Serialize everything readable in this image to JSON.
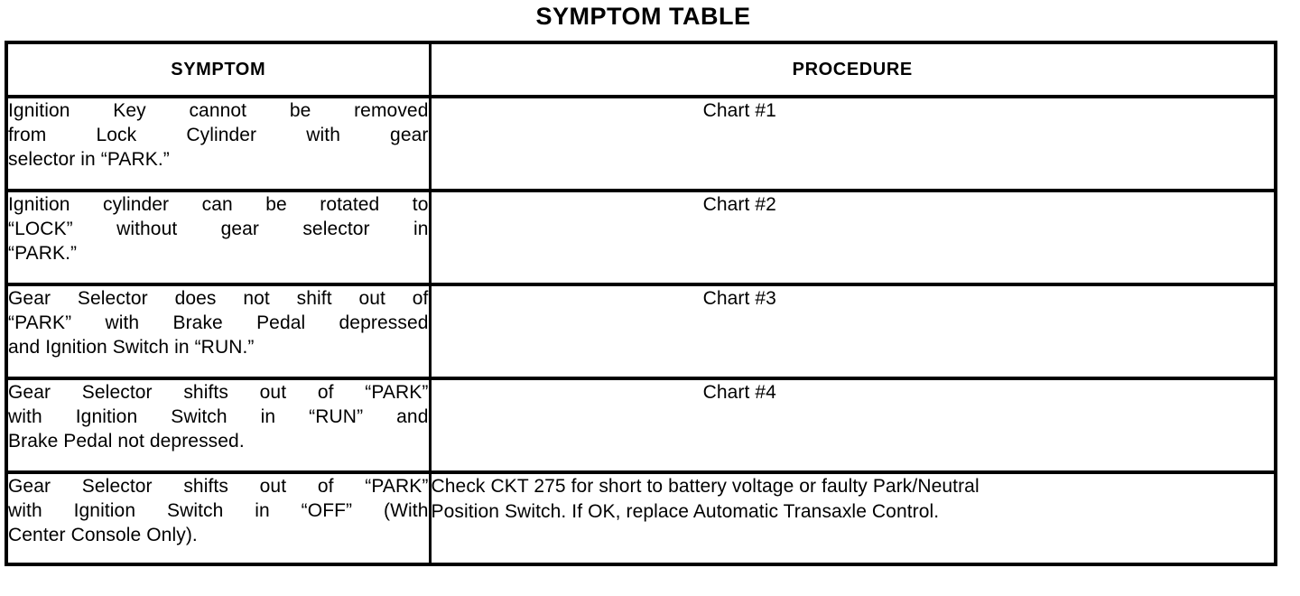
{
  "page": {
    "title": "SYMPTOM TABLE",
    "background_color": "#ffffff",
    "text_color": "#000000"
  },
  "table": {
    "headers": {
      "symptom": "SYMPTOM",
      "procedure": "PROCEDURE"
    },
    "rows": [
      {
        "symptom": "Ignition Key cannot be removed from Lock Cylinder with gear selector in “PARK.”",
        "symptom_lines": [
          "Ignition Key cannot be removed",
          "from Lock Cylinder with gear",
          "selector in “PARK.”"
        ],
        "procedure": "Chart #1",
        "procedure_lines": [
          "Chart #1"
        ],
        "procedure_align": "center"
      },
      {
        "symptom": "Ignition cylinder can be rotated to “LOCK” without gear selector in “PARK.”",
        "symptom_lines": [
          "Ignition cylinder can be rotated to",
          "“LOCK” without gear selector in",
          "“PARK.”"
        ],
        "procedure": "Chart #2",
        "procedure_lines": [
          "Chart #2"
        ],
        "procedure_align": "center"
      },
      {
        "symptom": "Gear Selector does not shift out of “PARK” with Brake Pedal depressed and Ignition Switch in “RUN.”",
        "symptom_lines": [
          "Gear Selector does not shift out of",
          "“PARK” with Brake Pedal depressed",
          "and Ignition Switch in “RUN.”"
        ],
        "procedure": "Chart #3",
        "procedure_lines": [
          "Chart #3"
        ],
        "procedure_align": "center"
      },
      {
        "symptom": "Gear Selector shifts out of “PARK” with Ignition Switch in “RUN” and Brake Pedal not depressed.",
        "symptom_lines": [
          "Gear Selector shifts out of “PARK”",
          "with Ignition Switch in “RUN” and",
          "Brake Pedal not depressed."
        ],
        "procedure": "Chart #4",
        "procedure_lines": [
          "Chart #4"
        ],
        "procedure_align": "center"
      },
      {
        "symptom": "Gear Selector shifts out of “PARK” with Ignition Switch in “OFF” (With Center Console Only).",
        "symptom_lines": [
          "Gear Selector shifts out of “PARK”",
          "with Ignition Switch in “OFF” (With",
          "Center Console Only)."
        ],
        "procedure": "Check CKT 275 for short to battery voltage or faulty Park/Neutral Position Switch. If OK, replace Automatic Transaxle Control.",
        "procedure_lines": [
          "Check CKT 275 for short to battery voltage or faulty Park/Neutral",
          "Position Switch. If OK, replace Automatic Transaxle Control."
        ],
        "procedure_align": "left"
      }
    ]
  }
}
